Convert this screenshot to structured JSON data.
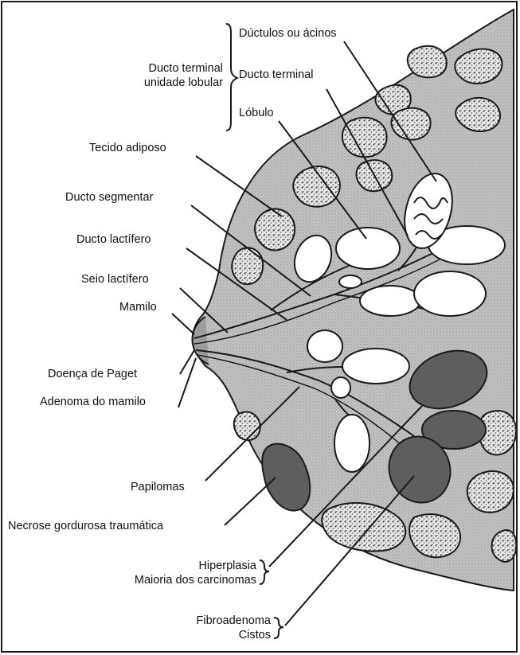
{
  "labels": {
    "ductulos": "Dúctulos ou ácinos",
    "ducto_terminal_unidade_1": "Ducto terminal",
    "ducto_terminal_unidade_2": "unidade lobular",
    "ducto_terminal": "Ducto terminal",
    "lobulo": "Lóbulo",
    "tecido_adiposo": "Tecido adiposo",
    "ducto_segmentar": "Ducto segmentar",
    "ducto_lactifero": "Ducto lactífero",
    "seio_lactifero": "Seio lactífero",
    "mamilo": "Mamilo",
    "doenca_paget": "Doença de Paget",
    "adenoma_mamilo": "Adenoma do mamilo",
    "papilomas": "Papilomas",
    "necrose": "Necrose gordurosa traumática",
    "hiperplasia": "Hiperplasia",
    "maioria_carcinomas": "Maioria dos carcinomas",
    "fibroadenoma": "Fibroadenoma",
    "cistos": "Cistos"
  },
  "colors": {
    "stroke": "#1a1a1a",
    "tissue": "#bfbfbf",
    "lesion": "#5e5e5e",
    "fat": "#d9d9d9",
    "lobule": "#ffffff"
  },
  "icons": {
    "brace": "right-curly-brace",
    "fat_lobule": "stippled-blob",
    "lesion": "dark-ellipse"
  }
}
